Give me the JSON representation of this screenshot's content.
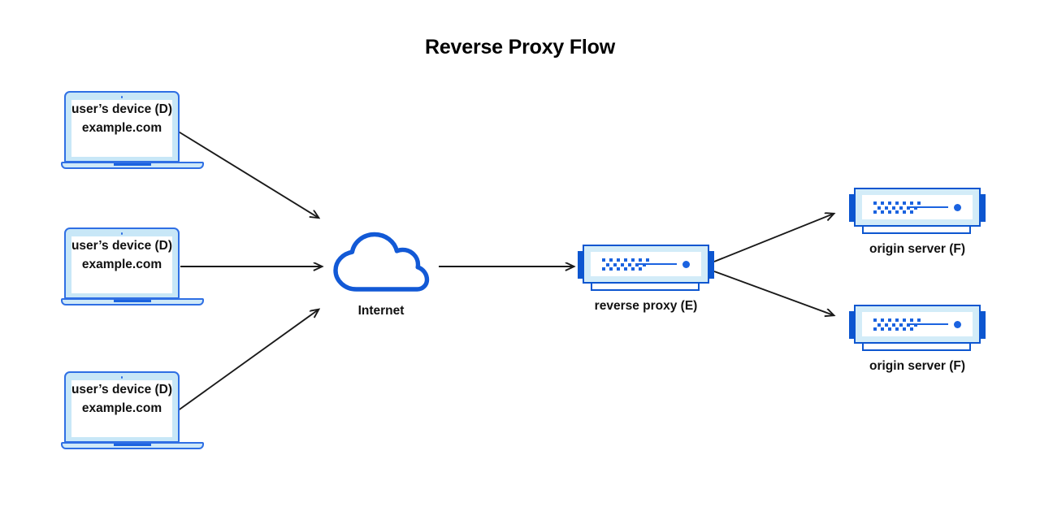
{
  "page": {
    "title": "Reverse Proxy Flow",
    "background": "#ffffff"
  },
  "colors": {
    "accent_blue": "#1b63e0",
    "deep_blue": "#0d56d0",
    "light_blue": "#c8e7f7",
    "pale_blue": "#d3ecf8",
    "border_blue": "#2f6fe4",
    "arrow_black": "#1a1a1a",
    "text": "#111111"
  },
  "nodes": {
    "devices": [
      {
        "screen_text": "example.com",
        "label": "user’s device (D)",
        "icon": "laptop-icon"
      },
      {
        "screen_text": "example.com",
        "label": "user’s device (D)",
        "icon": "laptop-icon"
      },
      {
        "screen_text": "example.com",
        "label": "user’s device (D)",
        "icon": "laptop-icon"
      }
    ],
    "internet": {
      "label": "Internet",
      "icon": "cloud-icon"
    },
    "proxy": {
      "label": "reverse proxy (E)",
      "icon": "server-icon"
    },
    "origins": [
      {
        "label": "origin server (F)",
        "icon": "server-icon"
      },
      {
        "label": "origin server (F)",
        "icon": "server-icon"
      }
    ]
  },
  "flow": {
    "edges": [
      {
        "from": "user’s device (D)",
        "to": "Internet"
      },
      {
        "from": "user’s device (D)",
        "to": "Internet"
      },
      {
        "from": "user’s device (D)",
        "to": "Internet"
      },
      {
        "from": "Internet",
        "to": "reverse proxy (E)"
      },
      {
        "from": "reverse proxy (E)",
        "to": "origin server (F)"
      },
      {
        "from": "reverse proxy (E)",
        "to": "origin server (F)"
      }
    ]
  }
}
